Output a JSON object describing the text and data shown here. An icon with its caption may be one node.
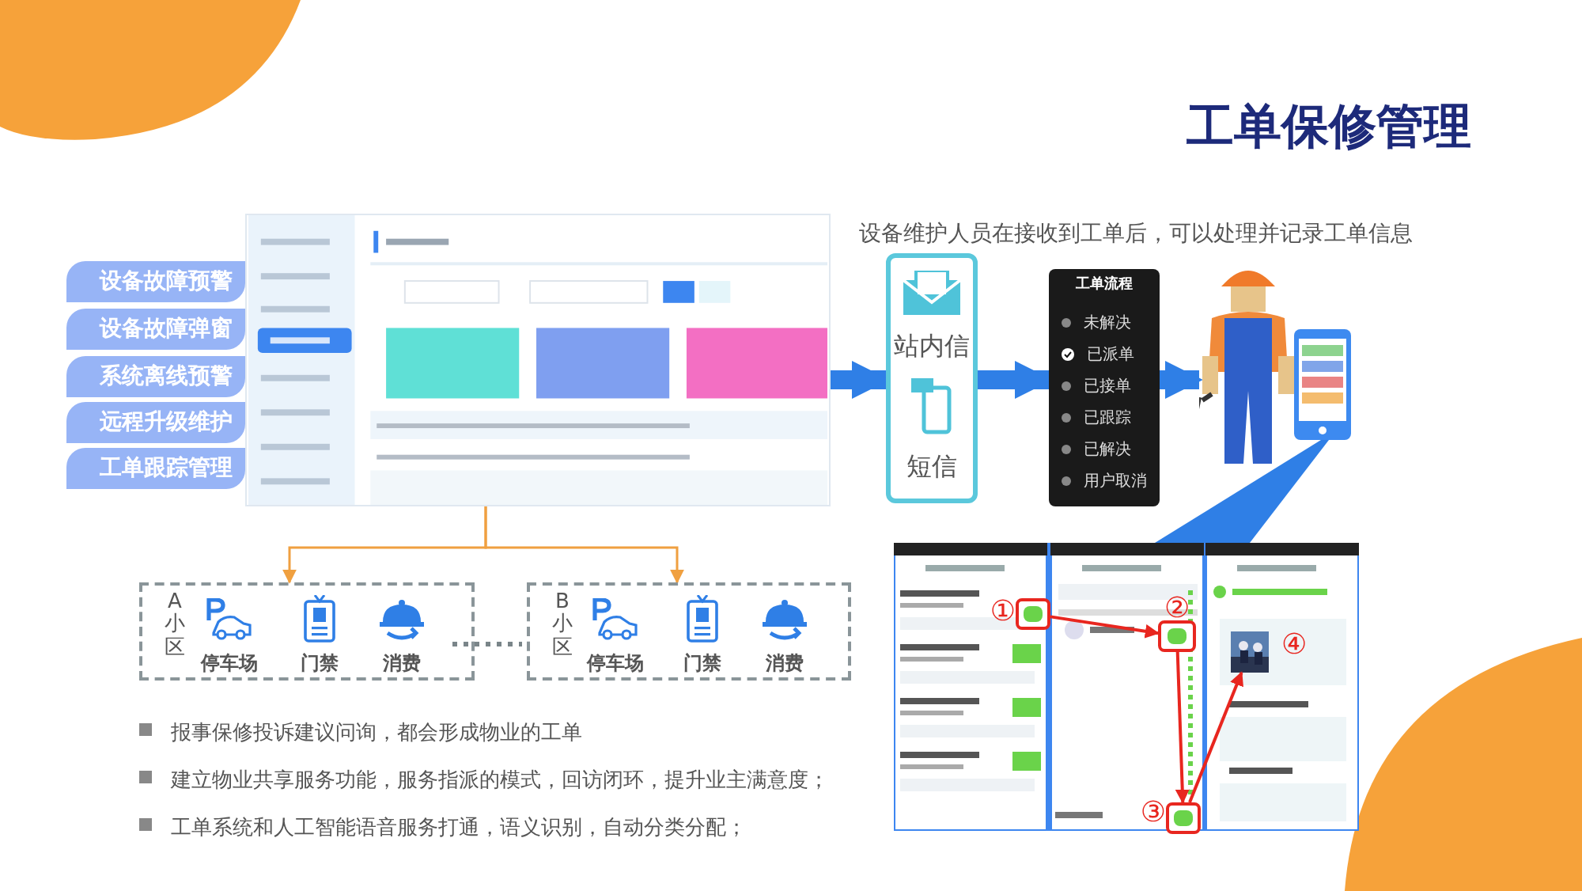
{
  "diagram": {
    "title": "工单保修管理",
    "nodes": [
      {
        "text": [
          "设备故障预警"
        ]
      },
      {
        "text": [
          "设备故障弹窗"
        ]
      },
      {
        "text": [
          "系统离线预警"
        ]
      },
      {
        "text": [
          "远程升级维护"
        ]
      },
      {
        "text": [
          "工单跟踪管理"
        ]
      },
      {
        "text": [],
        "shape": "picture"
      },
      {
        "text": [
          "站内信",
          "短信"
        ]
      },
      {
        "text": [
          "工单流程",
          "未解决",
          "已派单",
          "已接单",
          "已跟踪",
          "已解决",
          "用户取消"
        ]
      },
      {
        "text": [],
        "shape": "person"
      },
      {
        "text": [],
        "shape": "picture"
      },
      {
        "text": [],
        "shape": "picture"
      },
      {
        "text": [],
        "shape": "box",
        "in": 10,
        "beside": [
          "①"
        ]
      },
      {
        "text": [],
        "shape": "box",
        "in": 10,
        "beside": [
          "②"
        ]
      },
      {
        "text": [],
        "shape": "box",
        "in": 10,
        "beside": [
          "③"
        ]
      },
      {
        "text": [],
        "shape": "picture",
        "in": 10,
        "beside": [
          "④"
        ]
      },
      {
        "text": [
          "A小区"
        ]
      },
      {
        "text": [
          "停车场"
        ],
        "in": 15
      },
      {
        "text": [
          "门禁"
        ],
        "in": 15
      },
      {
        "text": [
          "消费"
        ],
        "in": 15
      },
      {
        "text": [
          "B小区"
        ]
      },
      {
        "text": [
          "停车场"
        ],
        "in": 19
      },
      {
        "text": [
          "门禁"
        ],
        "in": 19
      },
      {
        "text": [
          "消费"
        ],
        "in": 19
      },
      {
        "text": [],
        "shape": "triangle"
      }
    ],
    "edges": [
      {
        "from": 5,
        "to": 6,
        "arrow": "to",
        "style": "thick"
      },
      {
        "from": 6,
        "to": 7,
        "arrow": "to",
        "style": "thick"
      },
      {
        "from": 7,
        "to": 8,
        "arrow": "to",
        "style": "thick"
      },
      {
        "from": 5,
        "to": 15,
        "arrow": "to",
        "color": "#f0a040"
      },
      {
        "from": 5,
        "to": 19,
        "arrow": "to",
        "color": "#f0a040"
      },
      {
        "from": 11,
        "to": 12,
        "arrow": "to",
        "color": "#e8261f"
      },
      {
        "from": 12,
        "to": 13,
        "arrow": "to",
        "color": "#e8261f"
      },
      {
        "from": 13,
        "to": 14,
        "arrow": "to",
        "color": "#e8261f"
      }
    ],
    "labels": [
      "设备维护人员在接收到工单后，可以处理并记录工单信息",
      "报事保修投诉建议问询，都会形成物业的工单",
      "建立物业共享服务功能，服务指派的模式，回访闭环，提升业主满意度；",
      "工单系统和人工智能语音服务打通，语义识别，自动分类分配；"
    ]
  }
}
